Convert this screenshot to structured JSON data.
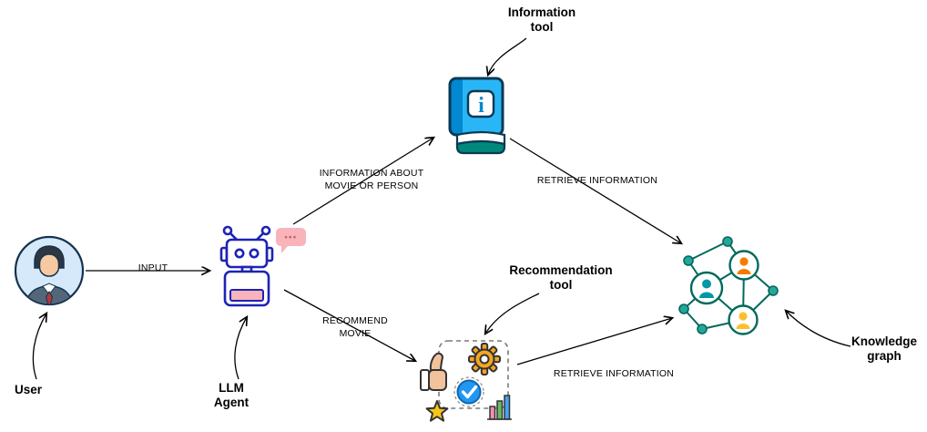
{
  "nodes": {
    "user": {
      "label": "User"
    },
    "llm_agent": {
      "line1": "LLM",
      "line2": "Agent"
    },
    "information_tool": {
      "line1": "Information",
      "line2": "tool"
    },
    "recommendation_tool": {
      "line1": "Recommendation",
      "line2": "tool"
    },
    "knowledge_graph": {
      "line1": "Knowledge",
      "line2": "graph"
    }
  },
  "edges": {
    "input": {
      "label": "INPUT"
    },
    "information_request": {
      "line1": "INFORMATION ABOUT",
      "line2": "MOVIE OR PERSON"
    },
    "recommend": {
      "line1": "RECOMMEND",
      "line2": "MOVIE"
    },
    "retrieve_information_top": {
      "label": "RETRIEVE INFORMATION"
    },
    "retrieve_information_bottom": {
      "label": "RETRIEVE INFORMATION"
    }
  },
  "icons": {
    "chat_bubble_dots": "•••",
    "info_symbol": "i"
  },
  "colors": {
    "arrow": "#000000",
    "robot_outline": "#1d23b5",
    "chat_bubble": "#f9b3ba",
    "chat_dots": "#c25b5b",
    "book_cover": "#29b6f6",
    "book_spine": "#0288d1",
    "book_back": "#00897b",
    "avatar_background": "#d6e9fa",
    "avatar_suit": "#53677a",
    "avatar_tie": "#b03a3a",
    "graph_stroke": "#00695c",
    "graph_dot": "#26a69a",
    "person_orange": "#f57c00",
    "person_teal": "#0097a7",
    "person_yellow": "#fbc02d",
    "gear_yellow": "#f5a623",
    "star_yellow": "#f5c518",
    "check_blue": "#2196f3",
    "thumb_skin": "#f2c29b"
  }
}
